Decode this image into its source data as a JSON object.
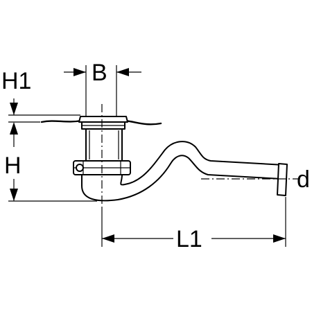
{
  "labels": {
    "h1": "H1",
    "b": "B",
    "h": "H",
    "d": "d",
    "l1": "L1"
  },
  "colors": {
    "line": "#000000",
    "background": "#ffffff"
  }
}
